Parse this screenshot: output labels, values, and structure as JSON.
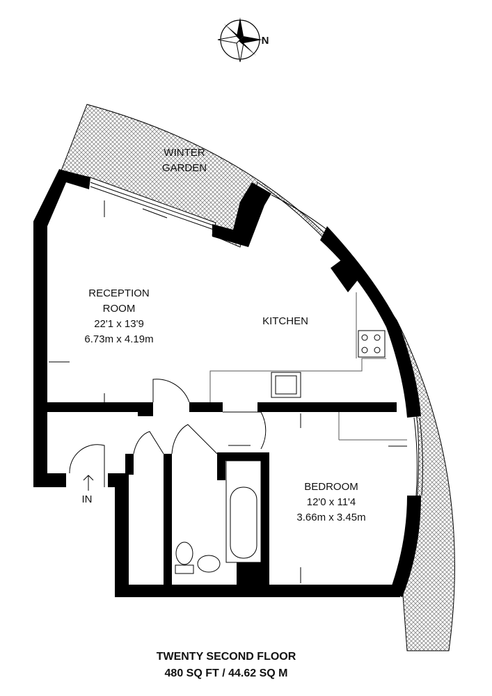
{
  "compass": {
    "north_label": "N"
  },
  "rooms": {
    "winter_garden": {
      "line1": "WINTER",
      "line2": "GARDEN"
    },
    "reception": {
      "line1": "RECEPTION",
      "line2": "ROOM",
      "imperial": "22'1 x 13'9",
      "metric": "6.73m x 4.19m"
    },
    "kitchen": {
      "name": "KITCHEN"
    },
    "bedroom": {
      "name": "BEDROOM",
      "imperial": "12'0 x 11'4",
      "metric": "3.66m x 3.45m"
    }
  },
  "entrance": {
    "label": "IN"
  },
  "footer": {
    "floor": "TWENTY SECOND FLOOR",
    "area": "480 SQ FT / 44.62 SQ M"
  },
  "colors": {
    "wall": "#000000",
    "hatch": "#9a9a9a"
  }
}
